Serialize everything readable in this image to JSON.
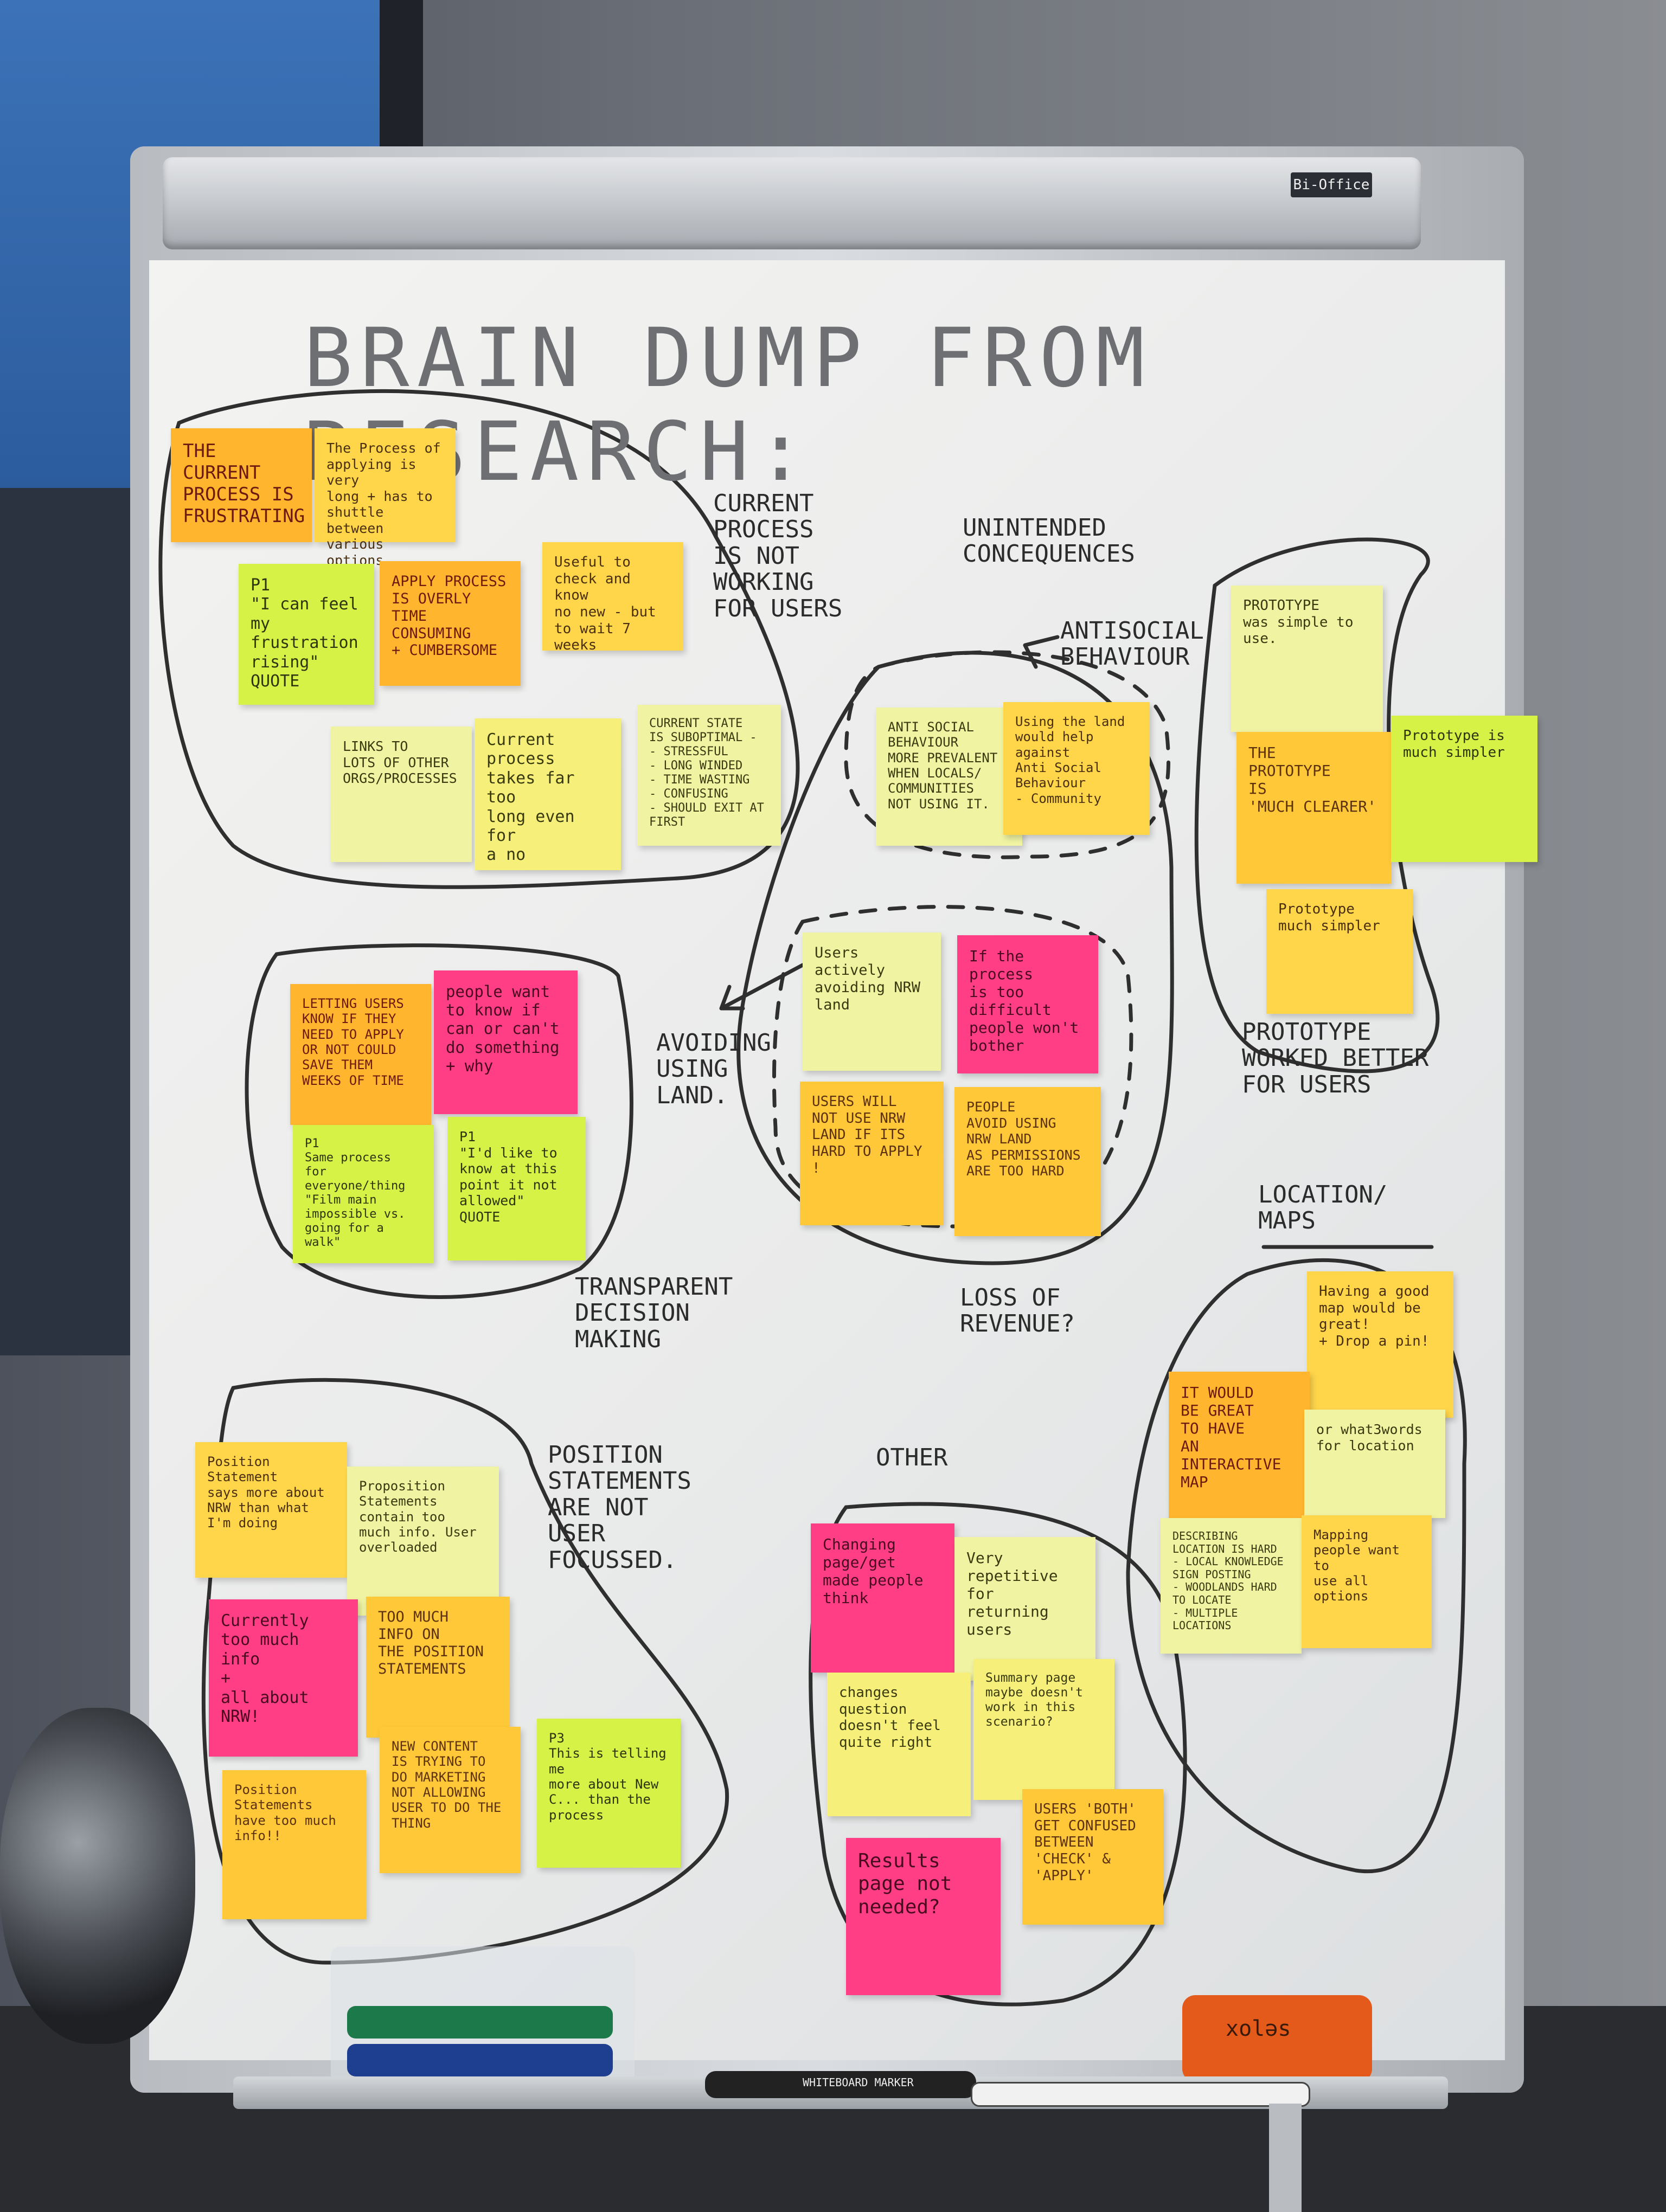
{
  "board": {
    "brand": "Bi-Office",
    "title": "BRAIN DUMP FROM\nRESEARCH:"
  },
  "labels": {
    "current_process": "CURRENT\nPROCESS\nIS NOT\nWORKING\nFOR USERS",
    "unintended": "UNINTENDED\nCONCEQUENCES",
    "antisocial": "ANTISOCIAL\nBEHAVIOUR",
    "prototype": "PROTOTYPE\nWORKED BETTER\nFOR USERS",
    "avoiding": "AVOIDING\nUSING\nLAND.",
    "transparent": "TRANSPARENT\nDECISION\nMAKING",
    "loss": "LOSS OF\nREVENUE?",
    "location": "LOCATION/\nMAPS",
    "position": "POSITION\nSTATEMENTS\nARE NOT\nUSER\nFOCUSSED.",
    "other": "OTHER"
  },
  "notes": [
    {
      "id": "n1",
      "text": "THE\nCURRENT\nPROCESS IS\nFRUSTRATING"
    },
    {
      "id": "n2",
      "text": "The Process of\napplying is very\nlong + has to\nshuttle between\nvarious options"
    },
    {
      "id": "n3",
      "text": "P1\n\"I can feel\nmy frustration\nrising\"\nQUOTE"
    },
    {
      "id": "n4",
      "text": "APPLY PROCESS\nIS OVERLY\nTIME CONSUMING\n+ CUMBERSOME"
    },
    {
      "id": "n5",
      "text": "Useful to\ncheck and know\nno new - but\nto wait 7 weeks"
    },
    {
      "id": "n6",
      "text": "LINKS TO\nLOTS OF OTHER\nORGS/PROCESSES"
    },
    {
      "id": "n7",
      "text": "Current process\ntakes far too\nlong even for\na no"
    },
    {
      "id": "n8",
      "text": "CURRENT STATE\nIS SUBOPTIMAL -\n- STRESSFUL\n- LONG WINDED\n- TIME WASTING\n- CONFUSING\n- SHOULD EXIT AT FIRST"
    },
    {
      "id": "n9",
      "text": "ANTI SOCIAL\nBEHAVIOUR\nMORE PREVALENT\nWHEN LOCALS/\nCOMMUNITIES\nNOT USING IT."
    },
    {
      "id": "n10",
      "text": "Using the land\nwould help against\nAnti Social\nBehaviour\n- Community"
    },
    {
      "id": "n11",
      "text": "PROTOTYPE\nwas simple to\nuse."
    },
    {
      "id": "n12",
      "text": "THE\nPROTOTYPE\nIS\n'MUCH CLEARER'"
    },
    {
      "id": "n13",
      "text": "Prototype is\nmuch simpler"
    },
    {
      "id": "n14",
      "text": "Prototype\nmuch simpler"
    },
    {
      "id": "n15",
      "text": "Users actively\navoiding NRW\nland"
    },
    {
      "id": "n16",
      "text": "If the process\nis too difficult\npeople won't\nbother"
    },
    {
      "id": "n17",
      "text": "USERS WILL\nNOT USE NRW\nLAND IF ITS\nHARD TO APPLY\n!"
    },
    {
      "id": "n18",
      "text": "PEOPLE\nAVOID USING\nNRW LAND\nAS PERMISSIONS\nARE TOO HARD"
    },
    {
      "id": "n19",
      "text": "LETTING USERS\nKNOW IF THEY\nNEED TO APPLY\nOR NOT COULD\nSAVE THEM\nWEEKS OF TIME"
    },
    {
      "id": "n20",
      "text": "people want\nto know if\ncan or can't\ndo something\n+ why"
    },
    {
      "id": "n21",
      "text": "P1\nSame process\nfor everyone/thing\n\"Film main\nimpossible vs.\ngoing for a walk\""
    },
    {
      "id": "n22",
      "text": "P1\n\"I'd like to\nknow at this\npoint it not\nallowed\"\nQUOTE"
    },
    {
      "id": "n23",
      "text": "Having a good\nmap would be\ngreat!\n+ Drop a pin!"
    },
    {
      "id": "n24",
      "text": "IT WOULD\nBE GREAT\nTO HAVE\nAN\nINTERACTIVE\nMAP"
    },
    {
      "id": "n25",
      "text": "or what3words\nfor location"
    },
    {
      "id": "n26",
      "text": "DESCRIBING\nLOCATION IS HARD\n- LOCAL KNOWLEDGE\nSIGN POSTING\n- WOODLANDS HARD\nTO LOCATE\n- MULTIPLE LOCATIONS"
    },
    {
      "id": "n27",
      "text": "Mapping\npeople want to\nuse all options"
    },
    {
      "id": "n28",
      "text": "Position Statement\nsays more about\nNRW than what\nI'm doing"
    },
    {
      "id": "n29",
      "text": "Proposition\nStatements\ncontain too\nmuch info. User\noverloaded"
    },
    {
      "id": "n30",
      "text": "Currently\ntoo much info\n+\nall about\nNRW!"
    },
    {
      "id": "n31",
      "text": "TOO MUCH\nINFO ON\nTHE POSITION\nSTATEMENTS"
    },
    {
      "id": "n32",
      "text": "Position Statements\nhave too much\ninfo!!"
    },
    {
      "id": "n33",
      "text": "NEW CONTENT\nIS TRYING TO\nDO MARKETING\nNOT ALLOWING\nUSER TO DO THE\nTHING"
    },
    {
      "id": "n34",
      "text": "P3\nThis is telling me\nmore about New\nC... than the process"
    },
    {
      "id": "n35",
      "text": "Changing\npage/get\nmade people\nthink"
    },
    {
      "id": "n36",
      "text": "Very repetitive\nfor returning\nusers"
    },
    {
      "id": "n37",
      "text": "changes question\ndoesn't feel\nquite right"
    },
    {
      "id": "n38",
      "text": "Summary page\nmaybe doesn't\nwork in this scenario?"
    },
    {
      "id": "n39",
      "text": "USERS 'BOTH'\nGET CONFUSED\nBETWEEN\n'CHECK' &\n'APPLY'"
    },
    {
      "id": "n40",
      "text": "Results\npage not\nneeded?"
    }
  ],
  "tray": {
    "marker_label": "WHITEBOARD MARKER",
    "eraser_brand": "xoləs"
  },
  "colors": {
    "yellow": "#f6f07a",
    "orange": "#ffb52e",
    "pink": "#ff3e86",
    "lime": "#d6f246",
    "ink": "#2b2b2b"
  }
}
